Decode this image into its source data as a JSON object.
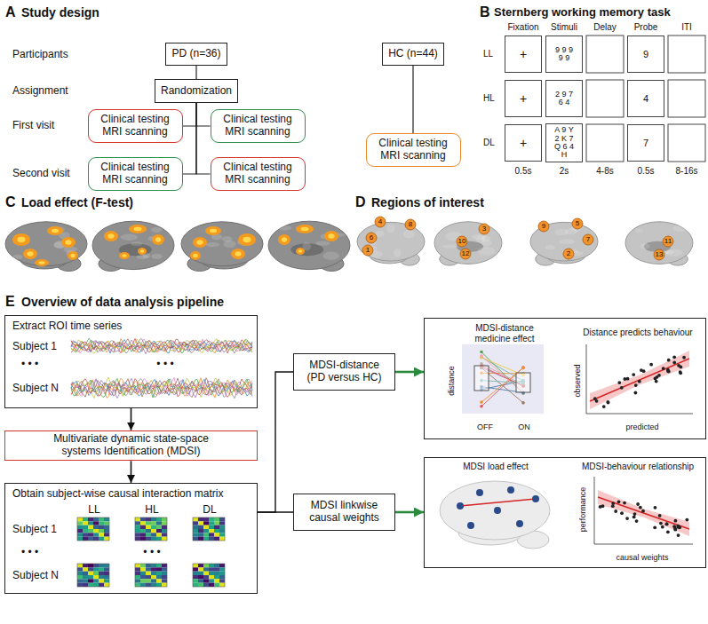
{
  "diagram": {
    "nodes": [
      {
        "text": [
          "PD (n=36)"
        ]
      },
      {
        "text": [
          "HC (n=44)"
        ]
      },
      {
        "text": [
          "Randomization"
        ]
      },
      {
        "text": [
          "Clinical testing MRI scanning"
        ]
      },
      {
        "text": [
          "Clinical testing MRI scanning"
        ]
      },
      {
        "text": [
          "Clinical testing MRI scanning"
        ]
      },
      {
        "text": [
          "Clinical testing MRI scanning"
        ]
      },
      {
        "text": [
          "Clinical testing MRI scanning"
        ]
      },
      {
        "text": [
          "+"
        ]
      },
      {
        "text": [
          "9 9 9 9 9"
        ]
      },
      {
        "text": [
          "9"
        ]
      },
      {
        "text": [
          "+"
        ]
      },
      {
        "text": [
          "2 9 7 6 4"
        ]
      },
      {
        "text": [
          "4"
        ]
      },
      {
        "text": [
          "+"
        ]
      },
      {
        "text": [
          "A 9 Y 2 K 7 Q 6 4 H"
        ]
      },
      {
        "text": [
          "7"
        ]
      },
      {
        "text": [
          "Extract ROI time series",
          "Subject 1",
          "• • •",
          "• • •",
          "Subject N"
        ]
      },
      {
        "text": [
          "Multivariate dynamic state-space systems Identification (MDSI)"
        ]
      },
      {
        "text": [
          "Obtain subject-wise causal interaction matrix",
          "LL",
          "HL",
          "DL",
          "Subject 1",
          "• • •",
          "• • •",
          "Subject N"
        ]
      },
      {
        "text": [
          "MDSI-distance (PD versus HC)"
        ]
      },
      {
        "text": [
          "MDSI linkwise causal weights"
        ]
      },
      {
        "text": [
          "MDSI-distance medicine effect",
          "Distance predicts behaviour",
          "distance",
          "OFF",
          "ON",
          "observed",
          "predicted"
        ]
      },
      {
        "text": [
          "MDSI load effect",
          "MDSI-behaviour relationship",
          "performance",
          "causal weights"
        ]
      }
    ],
    "edges": [
      {
        "from": 0,
        "to": 2,
        "arrow": "none"
      },
      {
        "from": 2,
        "to": 3,
        "arrow": "none"
      },
      {
        "from": 2,
        "to": 4,
        "arrow": "none"
      },
      {
        "from": 2,
        "to": 6,
        "arrow": "none"
      },
      {
        "from": 2,
        "to": 7,
        "arrow": "none"
      },
      {
        "from": 1,
        "to": 5,
        "arrow": "none"
      },
      {
        "from": 17,
        "to": 18,
        "arrow": "to"
      },
      {
        "from": 18,
        "to": 19,
        "arrow": "to"
      },
      {
        "from": 19,
        "to": 20,
        "arrow": "none"
      },
      {
        "from": 19,
        "to": 21,
        "arrow": "none"
      },
      {
        "from": 20,
        "to": 22,
        "arrow": "to"
      },
      {
        "from": 21,
        "to": 23,
        "arrow": "to"
      }
    ],
    "labels": [
      "A",
      "Study design",
      "Participants",
      "Assignment",
      "First visit",
      "Second visit",
      "B",
      "Sternberg working memory task",
      "Fixation",
      "Stimuli",
      "Delay",
      "Probe",
      "ITI",
      "LL",
      "HL",
      "DL",
      "0.5s",
      "2s",
      "4-8s",
      "0.5s",
      "8-16s",
      "C",
      "Load effect (F-test)",
      "D",
      "Regions of interest",
      "4",
      "8",
      "6",
      "1",
      "3",
      "10",
      "12",
      "9",
      "5",
      "7",
      "2",
      "11",
      "13",
      "E",
      "Overview of data analysis pipeline"
    ]
  }
}
